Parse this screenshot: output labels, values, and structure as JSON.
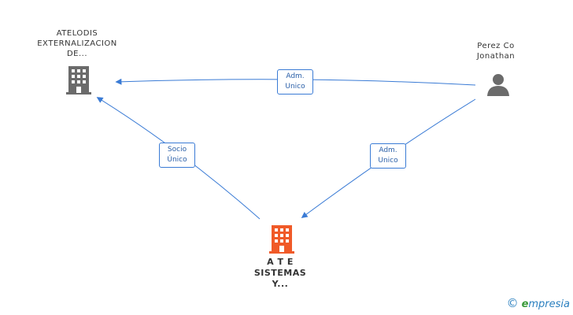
{
  "nodes": {
    "atelodis": {
      "lines": [
        "ATELODIS",
        "EXTERNALIZACION",
        "DE..."
      ],
      "color": "#6b6b6b"
    },
    "perez": {
      "lines": [
        "Perez Co",
        "Jonathan"
      ],
      "color": "#6b6b6b"
    },
    "ate": {
      "lines": [
        "A T E",
        "SISTEMAS",
        "Y..."
      ],
      "color": "#f05a28"
    }
  },
  "edges": {
    "perez_atelodis": {
      "lines": [
        "Adm.",
        "Unico"
      ]
    },
    "ate_atelodis": {
      "lines": [
        "Socio",
        "Único"
      ]
    },
    "perez_ate": {
      "lines": [
        "Adm.",
        "Unico"
      ]
    }
  },
  "colors": {
    "edge": "#3a7bd5",
    "edge_text": "#2a5fa8"
  },
  "watermark": {
    "copyright": "©",
    "brand_initial": "e",
    "brand_rest": "mpresia"
  }
}
